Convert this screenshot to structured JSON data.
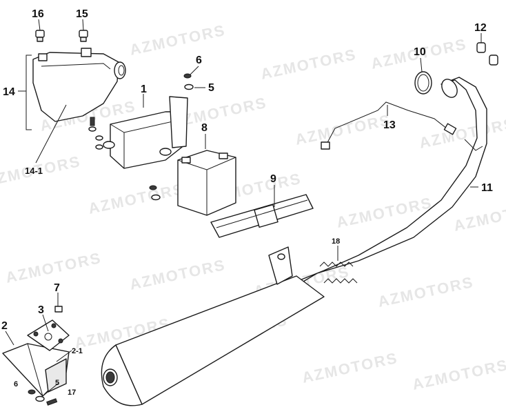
{
  "watermark": {
    "text": "AZMOTORS",
    "color": "#e6e6e6"
  },
  "callouts": [
    {
      "id": "c16",
      "text": "16"
    },
    {
      "id": "c15",
      "text": "15"
    },
    {
      "id": "c14",
      "text": "14"
    },
    {
      "id": "c14_1",
      "text": "14-1"
    },
    {
      "id": "c1",
      "text": "1"
    },
    {
      "id": "c6a",
      "text": "6"
    },
    {
      "id": "c5a",
      "text": "5"
    },
    {
      "id": "c8",
      "text": "8"
    },
    {
      "id": "c9",
      "text": "9"
    },
    {
      "id": "c10",
      "text": "10"
    },
    {
      "id": "c12",
      "text": "12"
    },
    {
      "id": "c13",
      "text": "13"
    },
    {
      "id": "c11",
      "text": "11"
    },
    {
      "id": "c18",
      "text": "18"
    },
    {
      "id": "c7",
      "text": "7"
    },
    {
      "id": "c3",
      "text": "3"
    },
    {
      "id": "c2",
      "text": "2"
    },
    {
      "id": "c2_1",
      "text": "2-1"
    },
    {
      "id": "c6b",
      "text": "6"
    },
    {
      "id": "c5b",
      "text": "5"
    },
    {
      "id": "c17",
      "text": "17"
    }
  ]
}
